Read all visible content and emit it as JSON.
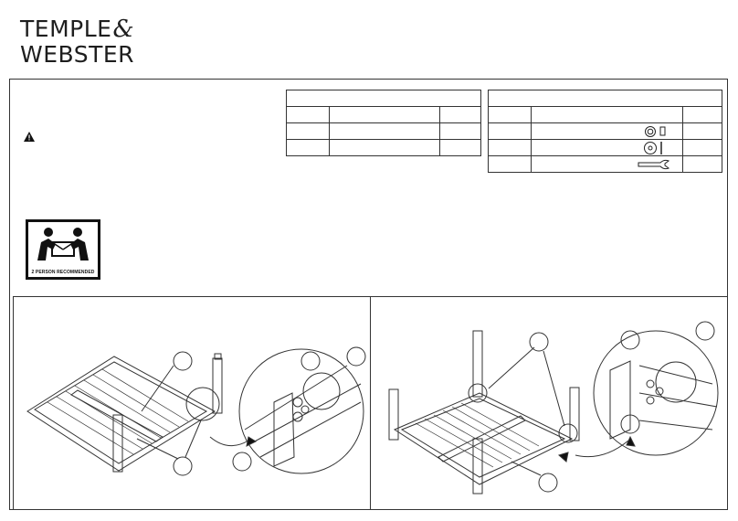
{
  "brand": {
    "line1": "TEMPLE",
    "amp": "&",
    "line2": "WEBSTER"
  },
  "badge": {
    "caption": "2 PERSON RECOMMENDED"
  },
  "icons": [
    "warning-icon",
    "two-person-lift-icon",
    "nut-icon",
    "washer-icon",
    "spanner-icon"
  ]
}
